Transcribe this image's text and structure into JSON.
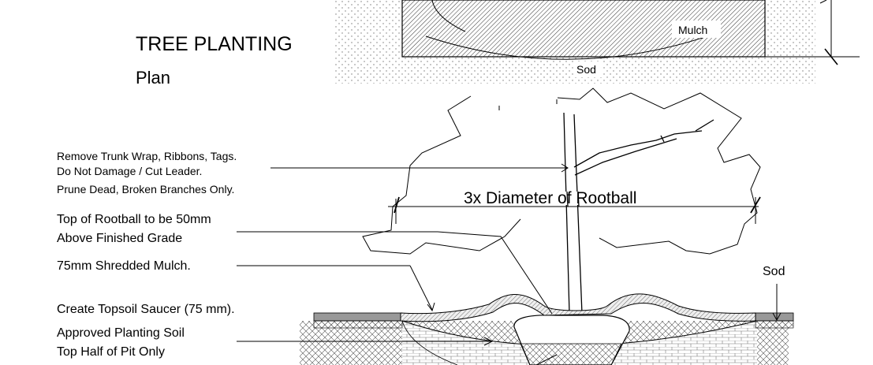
{
  "title": "TREE PLANTING",
  "subtitle": "Plan",
  "plan_labels": {
    "mulch": "Mulch",
    "sod": "Sod"
  },
  "notes": {
    "trunk_1": "Remove Trunk Wrap, Ribbons, Tags.",
    "trunk_2": "Do Not Damage / Cut Leader.",
    "trunk_3": "Prune Dead, Broken Branches Only.",
    "rootball_1": "Top of Rootball to be 50mm",
    "rootball_2": "Above Finished Grade",
    "mulch": "75mm Shredded Mulch.",
    "saucer": "Create Topsoil Saucer (75 mm).",
    "soil_1": "Approved Planting Soil",
    "soil_2": "Top Half of Pit Only",
    "sod": "Sod"
  },
  "dimension": "3x Diameter of Rootball",
  "colors": {
    "line": "#000000",
    "mulch_fill": "#e6e6e6",
    "sod_fill": "#999999"
  }
}
